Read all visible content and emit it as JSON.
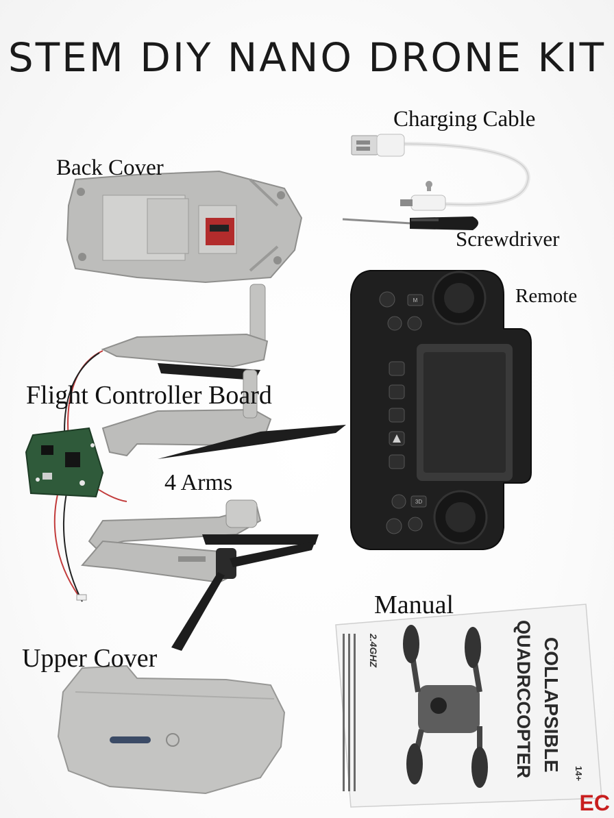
{
  "title": "STEM DIY NANO DRONE KIT",
  "labels": {
    "charging_cable": "Charging Cable",
    "back_cover": "Back Cover",
    "screwdriver": "Screwdriver",
    "remote": "Remote",
    "flight_controller_board": "Flight Controller Board",
    "arms": "4 Arms",
    "manual": "Manual",
    "upper_cover": "Upper Cover"
  },
  "manual_cover": {
    "line1": "COLLAPSIBLE",
    "line2": "QUADRCCOPTER",
    "frequency": "2.4GHZ",
    "age": "14+"
  },
  "remote_buttons": [
    "M",
    "3D"
  ],
  "badge": "EC",
  "colors": {
    "plastic_gray": "#b9b9b7",
    "remote_black": "#1f1f1f",
    "screen": "#2b2b2b",
    "pcb_green": "#2f5a3a",
    "wire_red": "#c23b3b",
    "badge_red": "#c81e1e"
  }
}
